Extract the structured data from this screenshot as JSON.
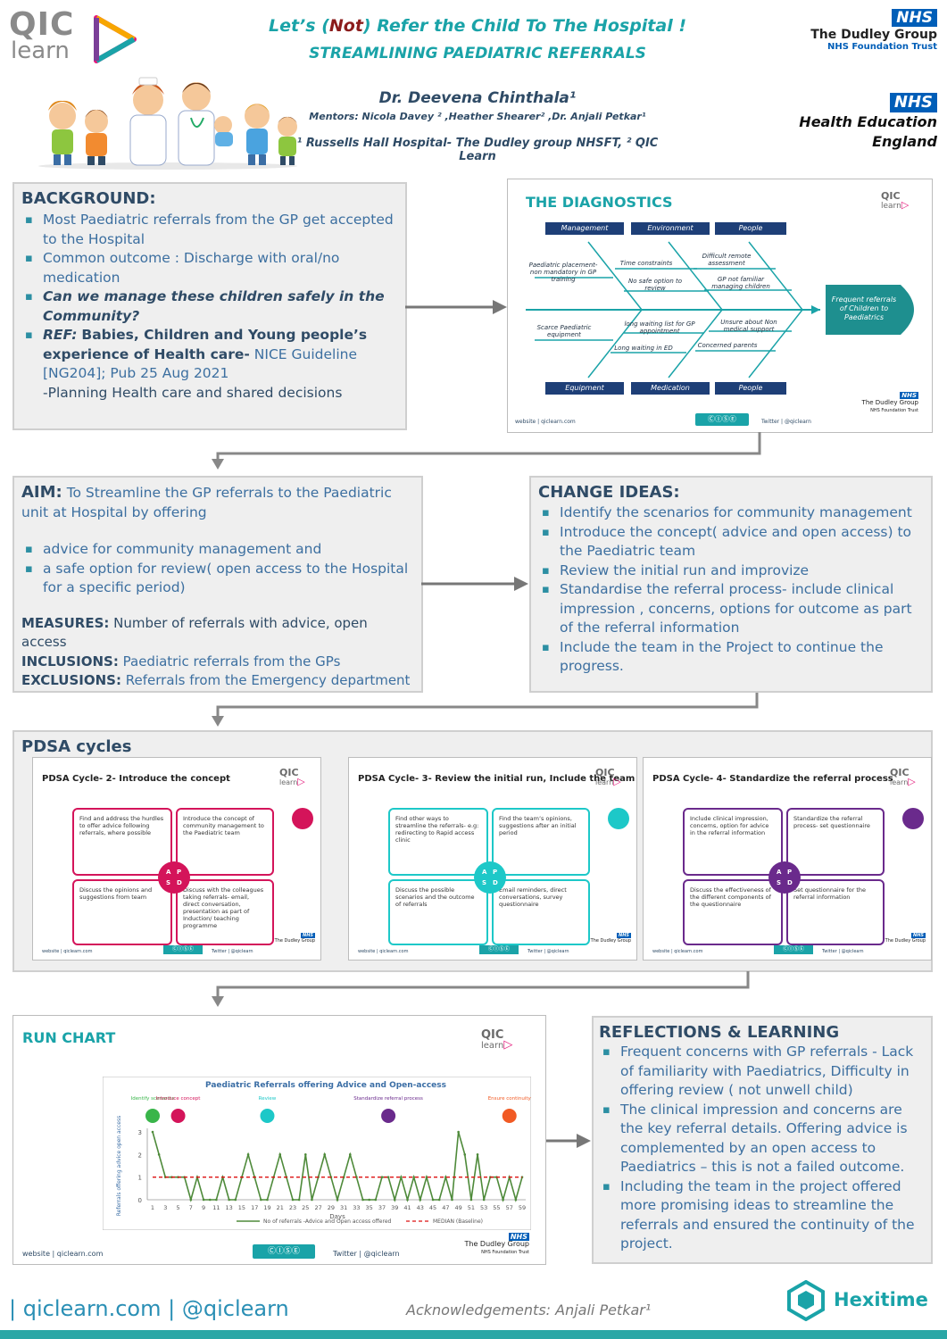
{
  "header": {
    "qic_logo": {
      "line1": "QIC",
      "line2": "learn"
    },
    "title_prefix": "Let’s (",
    "title_not": "Not",
    "title_suffix": ") Refer the Child To The Hospital !",
    "subtitle": "STREAMLINING PAEDIATRIC REFERRALS",
    "author": "Dr. Deevena Chinthala¹",
    "mentors": "Mentors: Nicola Davey ² ,Heather Shearer² ,Dr. Anjali Petkar¹",
    "affiliation": "¹ Russells Hall Hospital- The Dudley group NHSFT, ² QIC Learn",
    "nhs_badge": "NHS",
    "dudley_name": "The Dudley Group",
    "dudley_sub": "NHS Foundation Trust",
    "hee_badge": "NHS",
    "hee_name": "Health Education England"
  },
  "background": {
    "heading": "BACKGROUND:",
    "item1": "Most Paediatric referrals from the GP get accepted to the Hospital",
    "item2": "Common outcome : Discharge with oral/no medication",
    "item3": "Can we manage these children safely in the Community?",
    "item4_ref": "REF:",
    "item4_bold": "Babies, Children and Young people’s experience of Health care-",
    "item4_rest": "NICE Guideline [NG204]; Pub 25 Aug 2021",
    "item5": "-Planning Health care and shared decisions"
  },
  "diagnostics": {
    "title": "THE DIAGNOSTICS",
    "top_labels": [
      "Management",
      "Environment",
      "People"
    ],
    "bottom_labels": [
      "Equipment",
      "Medication",
      "People"
    ],
    "notes": {
      "n1": "Paediatric placement- non mandatory in GP training",
      "n2": "Time constraints",
      "n3": "No safe option to review",
      "n4": "Difficult remote assessment",
      "n5": "GP not familiar managing children",
      "n6": "Scarce Paediatric equipment",
      "n7": "long waiting list for GP appointment",
      "n8": "Long waiting in ED",
      "n9": "Unsure about Non medical support",
      "n10": "Concerned parents"
    },
    "head": "Frequent referrals of Children to Paediatrics",
    "footer_left": "website | qiclearn.com",
    "footer_right": "Twitter | @qiclearn"
  },
  "aim": {
    "label": "AIM:",
    "text": "To Streamline the GP referrals to the Paediatric unit at Hospital by offering",
    "item1": "advice for community management and",
    "item2": "a safe option for review( open access to the Hospital for a specific period)",
    "measures_label": "MEASURES:",
    "measures": "Number of referrals with advice, open access",
    "inclusions_label": "INCLUSIONS:",
    "inclusions": "Paediatric referrals from the GPs",
    "exclusions_label": "EXCLUSIONS:",
    "exclusions": "Referrals from the Emergency department"
  },
  "change_ideas": {
    "heading": "CHANGE IDEAS:",
    "items": [
      "Identify the scenarios for community management",
      " Introduce the concept( advice and open access) to the Paediatric team",
      "Review the initial run and improvize",
      "Standardise the referral process- include clinical impression , concerns, options for outcome as part of the referral information",
      "Include the team  in the Project to continue the progress."
    ]
  },
  "pdsa": {
    "heading": "PDSA cycles",
    "cycles": [
      {
        "title": "PDSA Cycle- 2- Introduce the concept",
        "color": "#d4145a",
        "q1": "Find and address the hurdles to offer advice following referrals, where possible",
        "q2": "Introduce the concept of community management to the Paediatric team",
        "q3": "Discuss the opinions and suggestions from team",
        "q4": "Discuss with the colleagues taking referrals- email, direct conversation, presentation as part of Induction/ teaching programme"
      },
      {
        "title": "PDSA Cycle- 3- Review the initial run, Include the team",
        "color": "#1dc8c8",
        "q1": "Find other ways to streamline the referrals- e.g: redirecting to Rapid access clinic",
        "q2": "Find the team’s opinions, suggestions after an initial period",
        "q3": "Discuss the possible scenarios and the outcome of referrals",
        "q4": "Email reminders, direct conversations, survey questionnaire"
      },
      {
        "title": "PDSA Cycle- 4- Standardize the referral process",
        "color": "#6a2a8c",
        "q1": "Include clinical impression, concerns, option for advice in the referral information",
        "q2": "Standardize the referral process- set questionnaire",
        "q3": "Discuss the effectiveness of the different components of the questionnaire",
        "q4": "Set questionnaire for the referral information"
      }
    ],
    "pdsa_letters": [
      "A",
      "P",
      "S",
      "D"
    ],
    "footer_left": "website | qiclearn.com",
    "footer_right": "Twitter | @qiclearn"
  },
  "run_chart": {
    "slide_title": "RUN CHART",
    "footer_left": "website | qiclearn.com",
    "footer_right": "Twitter | @qiclearn"
  },
  "chart_data": {
    "type": "line",
    "title": "Paediatric Referrals offering Advice and Open-access",
    "xlabel": "Days",
    "ylabel": "Referrals offering advice open access",
    "x_ticks": [
      1,
      3,
      5,
      7,
      9,
      11,
      13,
      15,
      17,
      19,
      21,
      23,
      25,
      27,
      29,
      31,
      33,
      35,
      37,
      39,
      41,
      43,
      45,
      47,
      49,
      51,
      53,
      55,
      57,
      59
    ],
    "ylim": [
      0,
      3
    ],
    "y_ticks": [
      0,
      1,
      2,
      3
    ],
    "series": [
      {
        "name": "No of referrals -Advice and Open access offered",
        "color": "#4e8a3a",
        "x": [
          1,
          2,
          3,
          4,
          5,
          6,
          7,
          8,
          9,
          10,
          11,
          12,
          13,
          14,
          15,
          16,
          17,
          18,
          19,
          20,
          21,
          22,
          23,
          24,
          25,
          26,
          27,
          28,
          29,
          30,
          31,
          32,
          33,
          34,
          35,
          36,
          37,
          38,
          39,
          40,
          41,
          42,
          43,
          44,
          45,
          46,
          47,
          48,
          49,
          50,
          51,
          52,
          53,
          54,
          55,
          56,
          57,
          58,
          59
        ],
        "values": [
          3,
          2,
          1,
          1,
          1,
          1,
          0,
          1,
          0,
          0,
          0,
          1,
          0,
          0,
          1,
          2,
          1,
          0,
          0,
          1,
          2,
          1,
          0,
          0,
          2,
          0,
          1,
          2,
          1,
          0,
          1,
          2,
          1,
          0,
          0,
          0,
          1,
          1,
          0,
          1,
          0,
          1,
          0,
          1,
          0,
          0,
          1,
          0,
          3,
          2,
          0,
          2,
          0,
          1,
          1,
          0,
          1,
          0,
          1
        ]
      },
      {
        "name": "MEDIAN (Baseline)",
        "color": "#d11",
        "dashed": true,
        "x": [
          1,
          59
        ],
        "values": [
          1,
          1
        ]
      }
    ],
    "annotations": [
      {
        "label": "Identify scenarios",
        "x": 1,
        "color": "#39b54a"
      },
      {
        "label": "Introduce concept",
        "x": 5,
        "color": "#d4145a"
      },
      {
        "label": "Review",
        "x": 19,
        "color": "#1dc8c8"
      },
      {
        "label": "Standardize referral process",
        "x": 38,
        "color": "#6a2a8c"
      },
      {
        "label": "Ensure continuity",
        "x": 57,
        "color": "#f15a24"
      }
    ]
  },
  "reflections": {
    "heading": "REFLECTIONS & LEARNING",
    "items": [
      "Frequent concerns with GP referrals - Lack of familiarity with Paediatrics, Difficulty in offering  review ( not unwell child)",
      "The clinical impression and concerns are the key referral details. Offering advice is complemented by  an open access to Paediatrics – this is not  a failed outcome.",
      "Including the team in the project offered more promising ideas to streamline the referrals and ensured the continuity of the project."
    ]
  },
  "footer": {
    "links": "| qiclearn.com | @qiclearn",
    "ack": "Acknowledgements:  Anjali Petkar¹",
    "hexitime": "Hexitime"
  },
  "colors": {
    "teal": "#1aa3a8",
    "slate": "#2f4b66",
    "navy": "#0b3b8c",
    "nhs_blue": "#005eb8",
    "footer_bar": "#2aa7a6"
  }
}
